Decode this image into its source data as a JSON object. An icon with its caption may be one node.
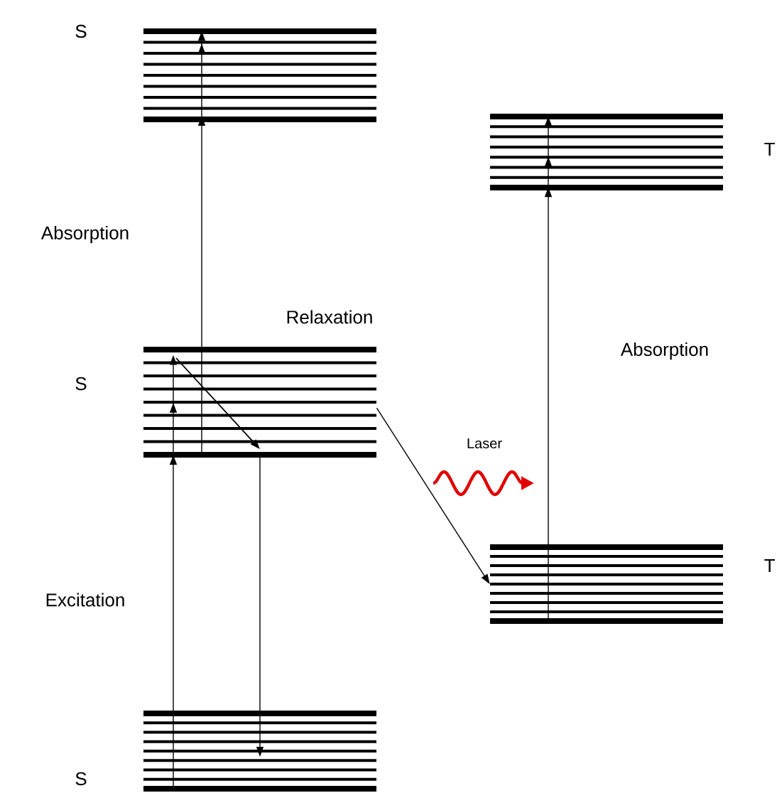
{
  "diagram": {
    "nodes": [
      {
        "text": [],
        "shape": "bar",
        "beside": [
          "S"
        ]
      },
      {
        "text": [],
        "shape": "bar",
        "beside": [
          "S"
        ]
      },
      {
        "text": [],
        "shape": "bar",
        "beside": [
          "S"
        ]
      },
      {
        "text": [],
        "shape": "bar",
        "beside": [
          "T"
        ]
      },
      {
        "text": [],
        "shape": "bar",
        "beside": [
          "T"
        ]
      }
    ],
    "edges": [
      {
        "from": 2,
        "to": 1,
        "arrow": "to",
        "label": "Excitation"
      },
      {
        "from": 1,
        "to": 0,
        "arrow": "to",
        "label": "Absorption"
      },
      {
        "from": 1,
        "to": 2,
        "arrow": "to"
      },
      {
        "from": 1,
        "to": 4,
        "arrow": "to"
      },
      {
        "from": 4,
        "to": 3,
        "arrow": "to",
        "label": "Absorption"
      }
    ],
    "labels": [
      "Relaxation",
      "Laser"
    ]
  }
}
